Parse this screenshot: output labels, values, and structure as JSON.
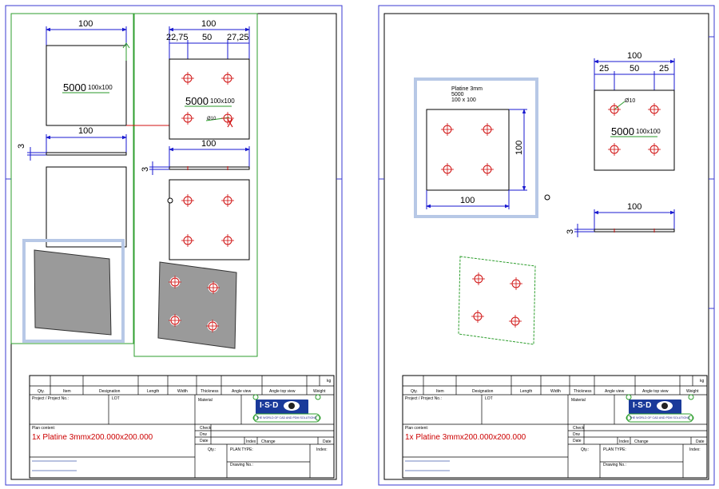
{
  "colors": {
    "sheet_border": "#3a3ad0",
    "frame": "#000000",
    "group_frame": "#2e9e2e",
    "dimension": "#1a1ad0",
    "hole": "#d01010",
    "highlight": "#b7c8e6",
    "plate_fill": "#9a9a9a",
    "title_text": "#cc0000",
    "label_underline": "#2a9a2a"
  },
  "sheets": [
    {
      "id": "left",
      "dims": {
        "top_width": "100",
        "left_offset": "22,75",
        "middle": "50",
        "right_offset": "27,25",
        "front_width": "100",
        "side_width": "100",
        "thickness": "3",
        "thickness_right": "3"
      },
      "labels": {
        "plate_text": "5000",
        "plate_size": "100x100",
        "plate_text_right": "5000",
        "plate_size_right": "100x100",
        "hole_diameter": "Ø10"
      }
    },
    {
      "id": "right",
      "dims": {
        "top_width": "100",
        "left_offset": "25",
        "middle": "50",
        "right_offset": "25",
        "plate_height": "100",
        "plate_width": "100",
        "side_width": "100",
        "thickness": "3"
      },
      "labels": {
        "callout_title": "Platine 3mm",
        "callout_code": "5000",
        "callout_size": "100 x 100",
        "plate_text": "5000",
        "plate_size": "100x100",
        "hole_diameter": "Ø10"
      }
    }
  ],
  "title_block": {
    "weight_unit": "kg",
    "headers": [
      "Qty.",
      "Item",
      "Designation",
      "Length",
      "Width",
      "Thickness",
      "Angle view",
      "Angle top view",
      "Weight"
    ],
    "project_label": "Project / Project No.:",
    "lot_label": "LOT",
    "material_label": "Material",
    "plan_content_label": "Plan content:",
    "plan_content": "1x Platine 3mmx200.000x200.000",
    "check_label": "Check",
    "drw_label": "Drw",
    "date_label": "Date",
    "index_label": "Index",
    "change_label": "Change",
    "date_label_2": "Date",
    "qty_label": "Qty.:",
    "plan_type_label": "PLAN TYPE:",
    "index_label_2": "Index:",
    "drawing_no_label": "Drawing No.:",
    "logo_text": "I·S·D",
    "logo_tagline": "THE WORLD OF CAD AND PDM SOLUTIONS"
  }
}
